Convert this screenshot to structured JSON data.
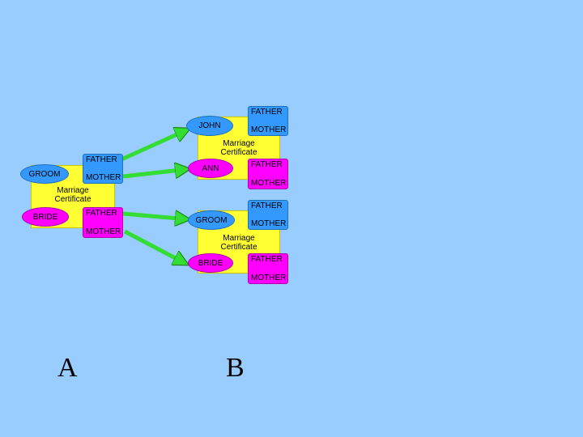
{
  "diagram": {
    "cert_a": {
      "title_line1": "Marriage",
      "title_line2": "Certificate",
      "groom": "GROOM",
      "bride": "BRIDE",
      "groom_parents": {
        "father": "FATHER",
        "mother": "MOTHER"
      },
      "bride_parents": {
        "father": "FATHER",
        "mother": "MOTHER"
      }
    },
    "cert_b1": {
      "title_line1": "Marriage",
      "title_line2": "Certificate",
      "groom": "JOHN",
      "bride": "ANN",
      "groom_parents": {
        "father": "FATHER",
        "mother": "MOTHER"
      },
      "bride_parents": {
        "father": "FATHER",
        "mother": "MOTHER"
      }
    },
    "cert_b2": {
      "title_line1": "Marriage",
      "title_line2": "Certificate",
      "groom": "GROOM",
      "bride": "BRIDE",
      "groom_parents": {
        "father": "FATHER",
        "mother": "MOTHER"
      },
      "bride_parents": {
        "father": "FATHER",
        "mother": "MOTHER"
      }
    },
    "captions": {
      "a": "A",
      "b": "B"
    },
    "colors": {
      "background": "#99ccff",
      "certificate": "#ffff33",
      "groom_side": "#3399ff",
      "bride_side": "#ff00ff",
      "arrow": "#33dd33"
    }
  }
}
